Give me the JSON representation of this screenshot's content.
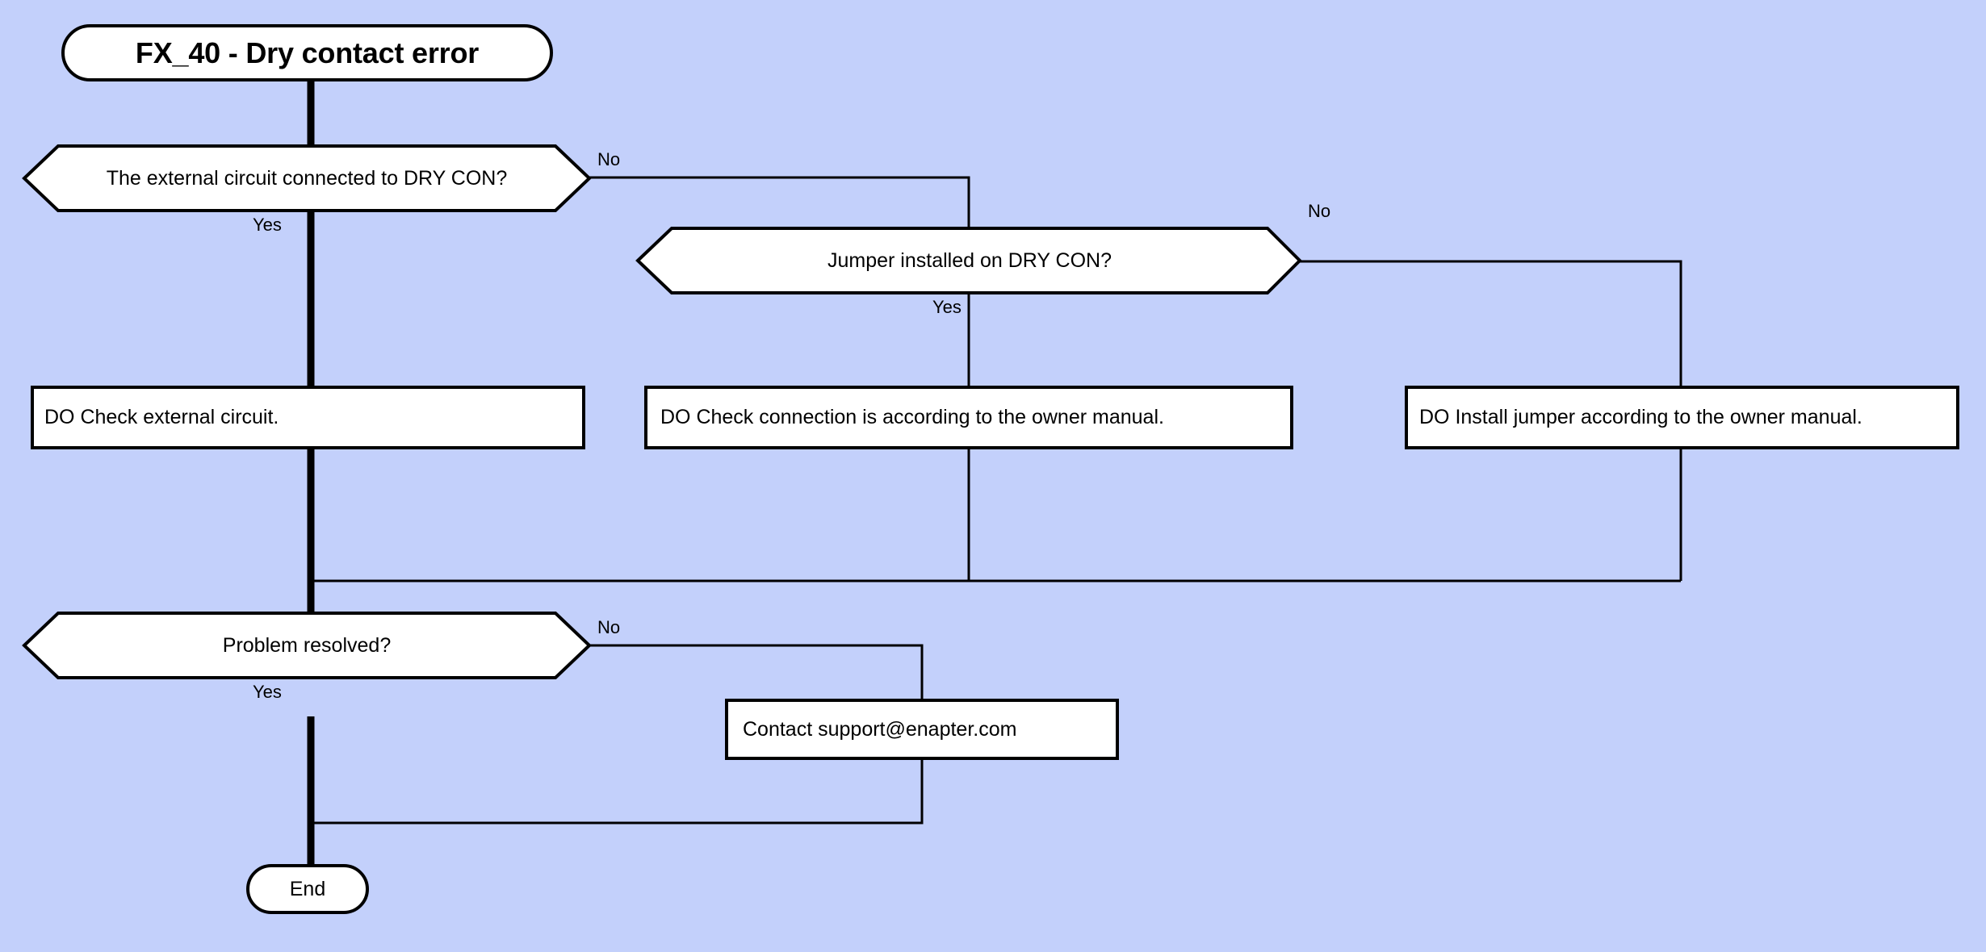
{
  "diagram": {
    "background_color": "#c3d0fb",
    "node_fill": "#ffffff",
    "stroke_color": "#000000",
    "title": "FX_40 - Dry contact error",
    "end_label": "End",
    "nodes": {
      "start": {
        "label": "FX_40 - Dry contact error",
        "shape": "rounded-pill"
      },
      "decision_external_circuit": {
        "label": "The external circuit connected to DRY CON?",
        "shape": "hexagon"
      },
      "decision_jumper": {
        "label": "Jumper installed on DRY CON?",
        "shape": "hexagon"
      },
      "action_check_external": {
        "label": "DO Check external circuit.",
        "shape": "rectangle"
      },
      "action_check_connection": {
        "label": "DO Check connection is according to the owner manual.",
        "shape": "rectangle"
      },
      "action_install_jumper": {
        "label": "DO Install jumper according to the owner manual.",
        "shape": "rectangle"
      },
      "decision_problem_resolved": {
        "label": "Problem resolved?",
        "shape": "hexagon"
      },
      "action_contact_support": {
        "label": "Contact support@enapter.com",
        "shape": "rectangle"
      },
      "end": {
        "label": "End",
        "shape": "rounded-pill"
      }
    },
    "edge_labels": {
      "external_no": "No",
      "external_yes": "Yes",
      "jumper_no": "No",
      "jumper_yes": "Yes",
      "resolved_no": "No",
      "resolved_yes": "Yes"
    }
  }
}
